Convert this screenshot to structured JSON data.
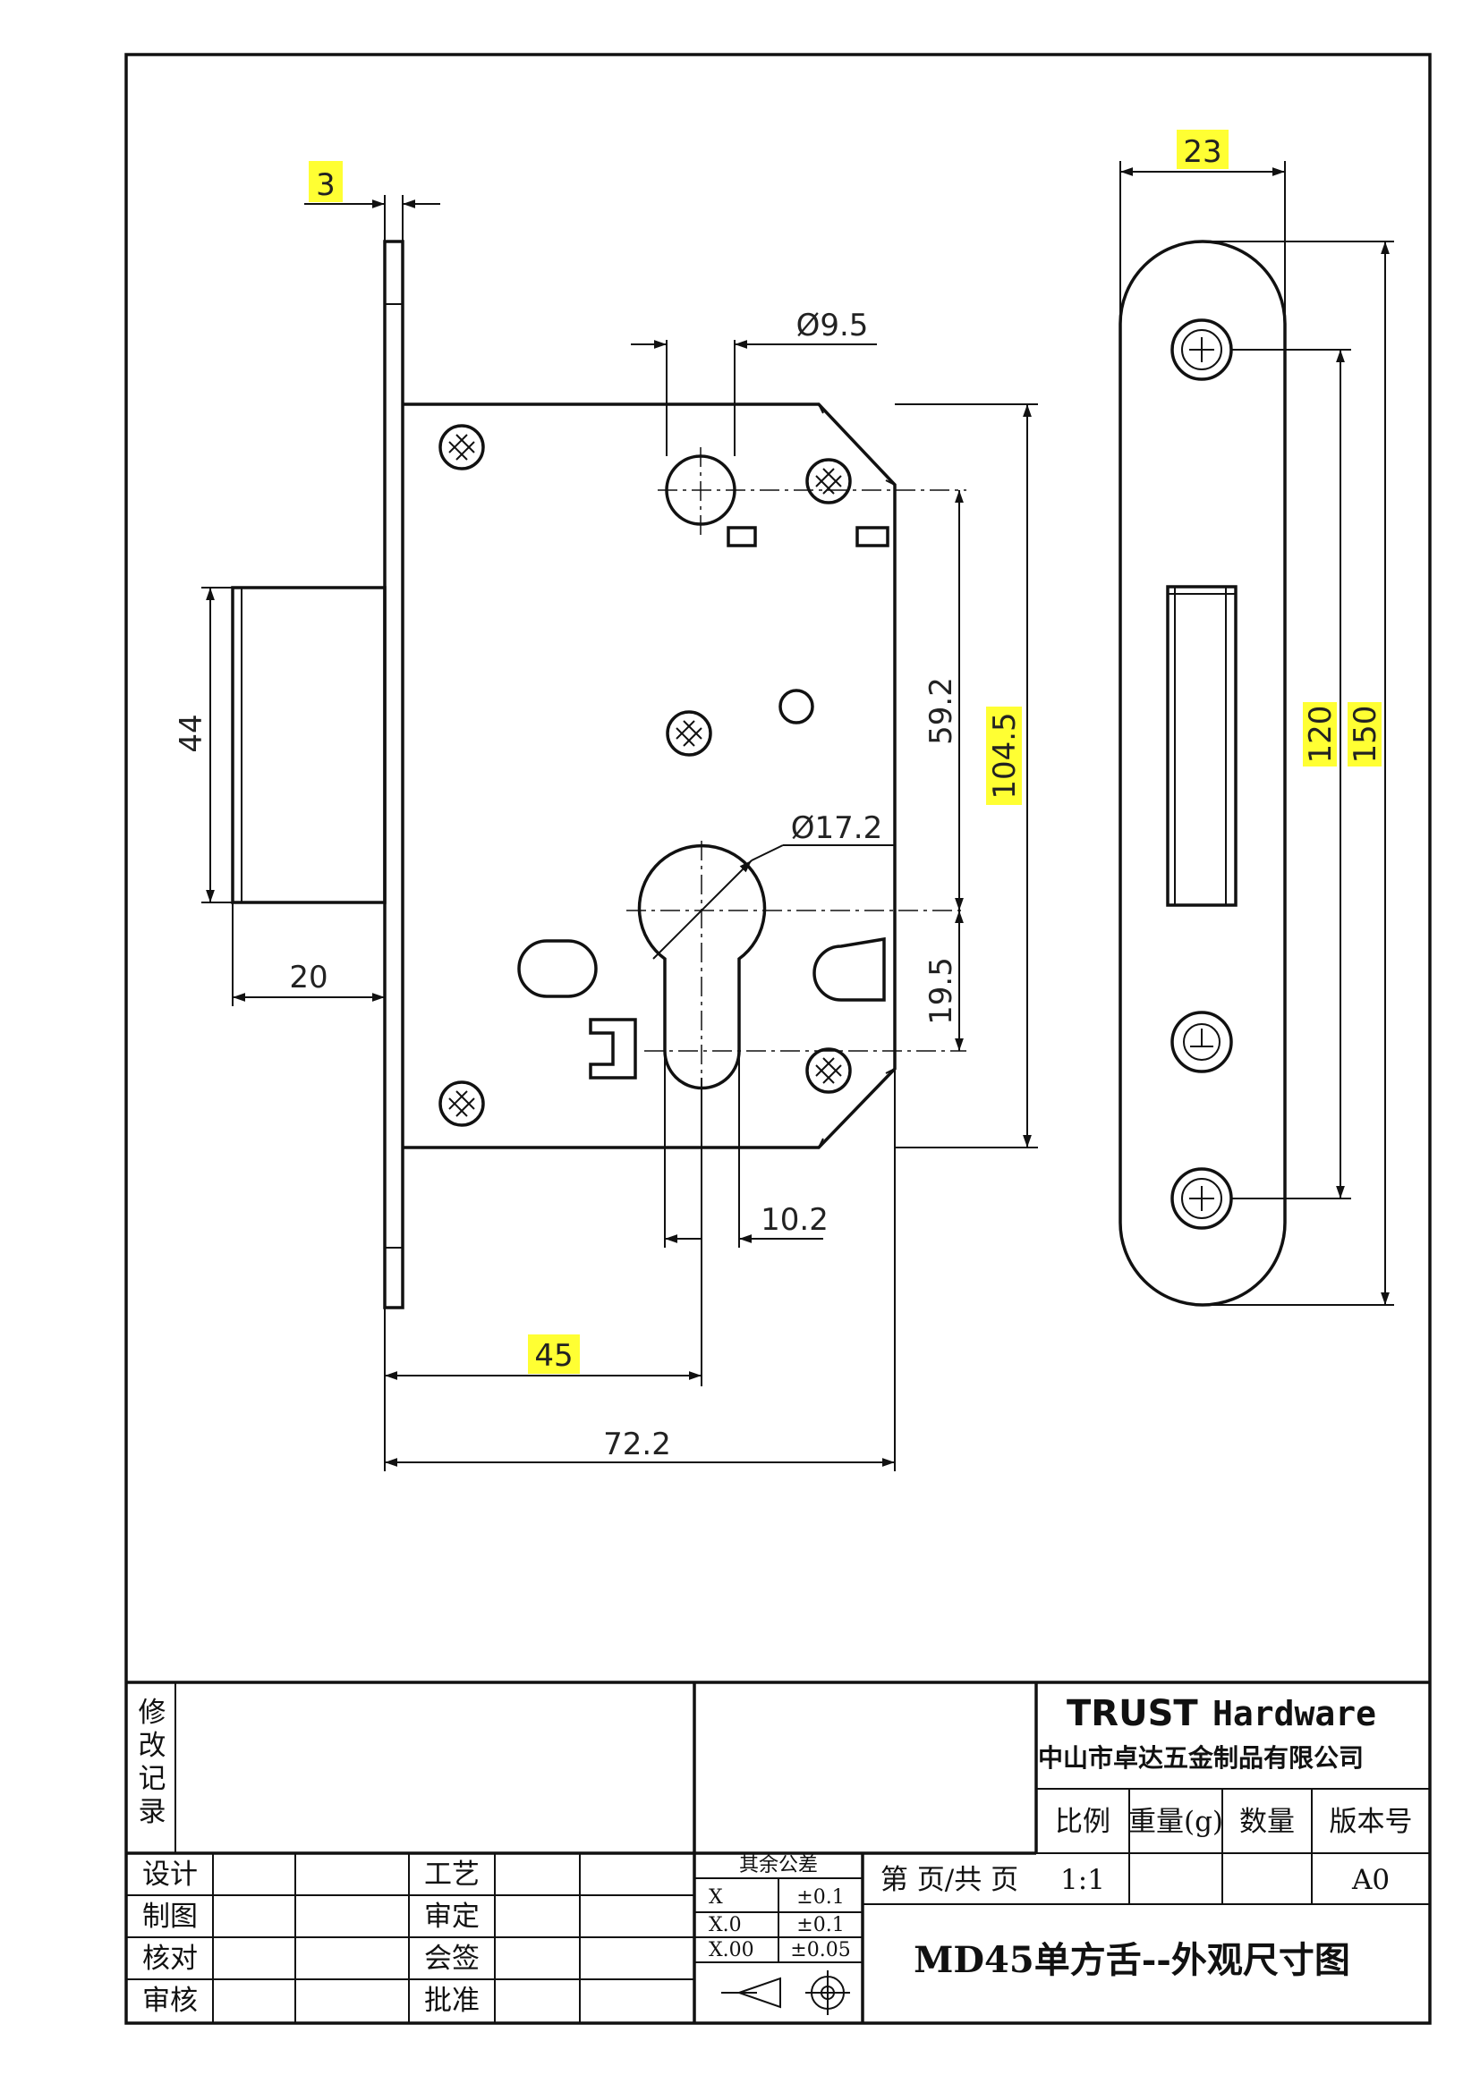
{
  "colors": {
    "highlight": "#ffff33",
    "line": "#111111"
  },
  "dimensions": {
    "faceplate_thickness": "3",
    "faceplate_width": "23",
    "follower_dia": "Ø9.5",
    "cylinder_dia": "Ø17.2",
    "bolt_height": "44",
    "bolt_throw": "20",
    "follower_to_cyl": "59.2",
    "case_height": "104.5",
    "cyl_spacing": "19.5",
    "cyl_width": "10.2",
    "backset": "45",
    "case_depth": "72.2",
    "screw_spacing": "120",
    "faceplate_height": "150"
  },
  "title_block": {
    "revision_label": [
      "修",
      "改",
      "记",
      "录"
    ],
    "rows_left": [
      "设计",
      "制图",
      "核对",
      "审核"
    ],
    "rows_mid": [
      "工艺",
      "审定",
      "会签",
      "批准"
    ],
    "tolerance_header": "其余公差",
    "tolerances": [
      {
        "fmt": "X",
        "val": "±0.1"
      },
      {
        "fmt": "X.0",
        "val": "±0.1"
      },
      {
        "fmt": "X.00",
        "val": "±0.05"
      }
    ],
    "brand_logo": "TRUST",
    "brand_suffix": "Hardware",
    "company": "中山市卓达五金制品有限公司",
    "col_scale": "比例",
    "col_weight": "重量(g)",
    "col_qty": "数量",
    "col_version": "版本号",
    "page_label": "第 页/共 页",
    "scale_value": "1:1",
    "version_value": "A0",
    "drawing_title": "MD45单方舌--外观尺寸图"
  }
}
